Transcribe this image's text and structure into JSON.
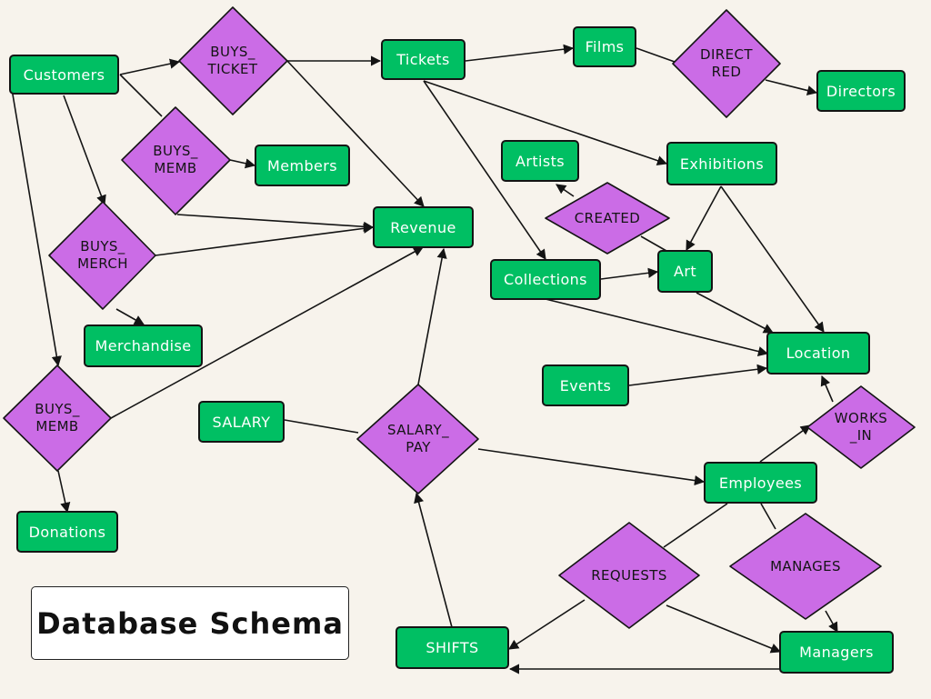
{
  "title": "Database Schema",
  "colors": {
    "entity": "#00bf63",
    "relationship": "#cb6ce6",
    "background": "#f7f3ec",
    "stroke": "#141414"
  },
  "entities": {
    "customers": "Customers",
    "tickets": "Tickets",
    "films": "Films",
    "directors": "Directors",
    "members": "Members",
    "artists": "Artists",
    "exhibitions": "Exhibitions",
    "revenue": "Revenue",
    "collections": "Collections",
    "art": "Art",
    "merchandise": "Merchandise",
    "location": "Location",
    "events": "Events",
    "salary": "SALARY",
    "employees": "Employees",
    "donations": "Donations",
    "shifts": "SHIFTS",
    "managers": "Managers"
  },
  "relationships": {
    "buys_ticket": "BUYS_\nTICKET",
    "direct_red": "DIRECT\nRED",
    "buys_memb_1": "BUYS_\nMEMB",
    "created": "CREATED",
    "buys_merch": "BUYS_\nMERCH",
    "buys_memb_2": "BUYS_\nMEMB",
    "salary_pay": "SALARY_\nPAY",
    "works_in": "WORKS\n_IN",
    "requests": "REQUESTS",
    "manages": "MANAGES"
  }
}
